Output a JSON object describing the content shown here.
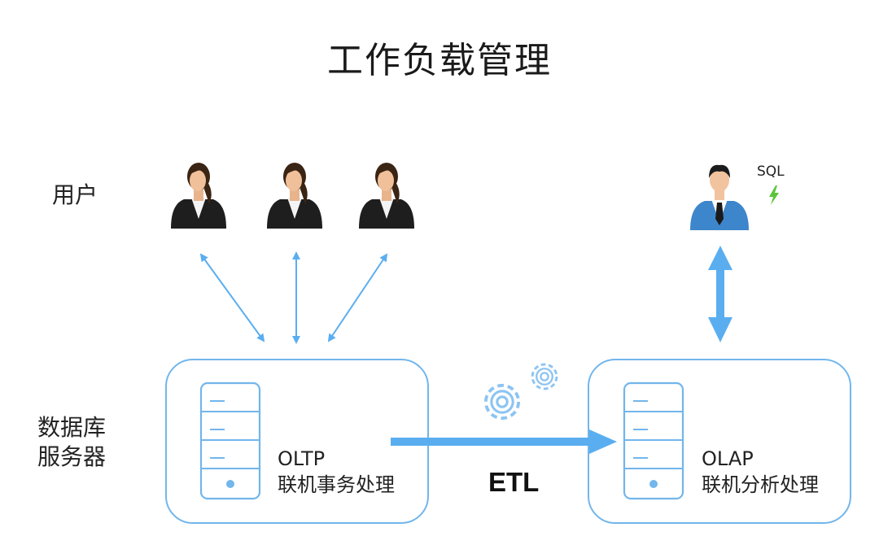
{
  "title": "工作负载管理",
  "labels": {
    "users": "用户",
    "db_line1": "数据库",
    "db_line2": "服务器"
  },
  "sql": "SQL",
  "oltp": {
    "line1": "OLTP",
    "line2": "联机事务处理"
  },
  "olap": {
    "line1": "OLAP",
    "line2": "联机分析处理"
  },
  "etl": "ETL",
  "colors": {
    "accent": "#5aaef0",
    "box_border": "#72b6ec",
    "gear": "#8cc4f2",
    "bolt": "#5cc43a",
    "admin_shirt": "#3d86cc"
  },
  "icons": [
    "user-female-icon",
    "user-admin-icon",
    "server-icon",
    "gears-icon",
    "lightning-icon"
  ]
}
